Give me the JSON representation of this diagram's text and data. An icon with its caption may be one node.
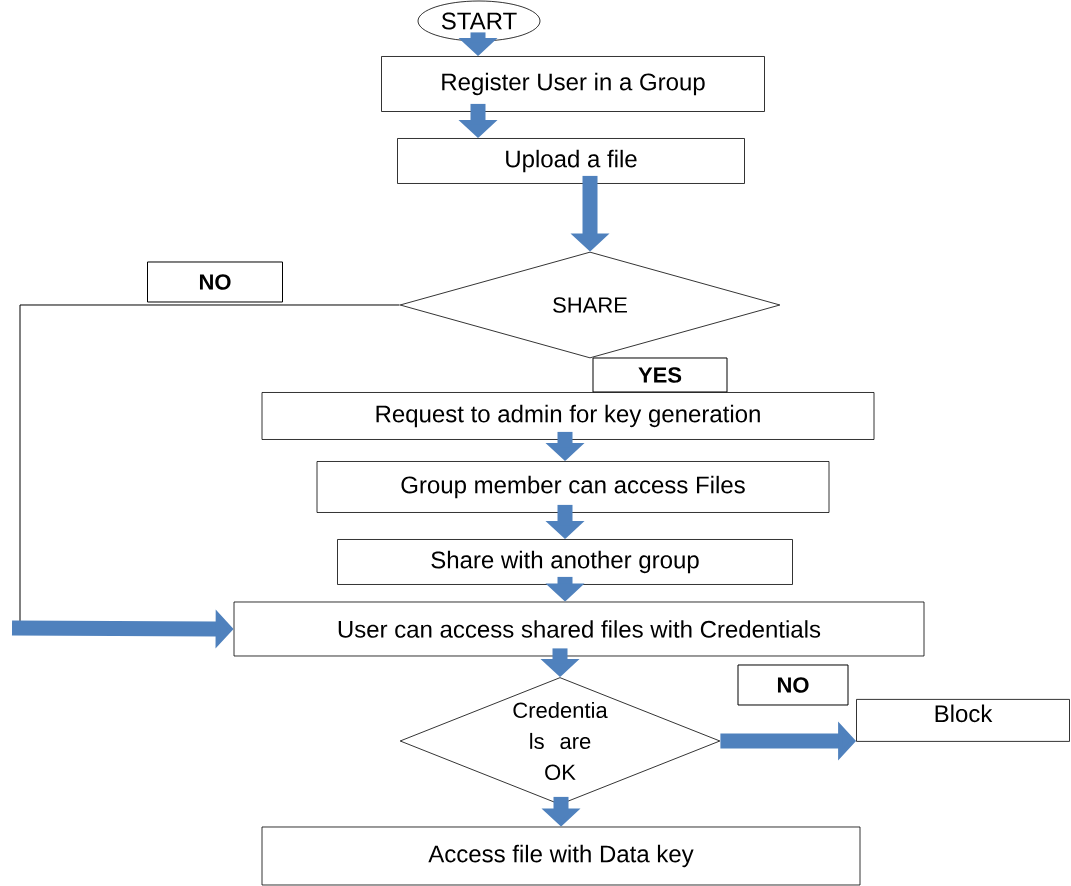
{
  "diagram": {
    "nodes": [
      {
        "text": [
          "START"
        ]
      },
      {
        "text": [
          "Register User in a Group"
        ]
      },
      {
        "text": [
          "Upload a file"
        ]
      },
      {
        "text": [
          "SHARE"
        ]
      },
      {
        "text": [
          "NO"
        ]
      },
      {
        "text": [
          "YES"
        ]
      },
      {
        "text": [
          "Request to admin for key generation"
        ]
      },
      {
        "text": [
          "Group member can access Files"
        ]
      },
      {
        "text": [
          "Share with another group"
        ]
      },
      {
        "text": [
          "User can access shared files with Credentials"
        ]
      },
      {
        "text": [
          "NO"
        ]
      },
      {
        "text": [
          "Credentia ls are OK"
        ]
      },
      {
        "text": [
          "Block"
        ]
      },
      {
        "text": [
          "Access file with Data key"
        ]
      }
    ],
    "edges": [
      {
        "from": 0,
        "to": 1,
        "arrow": "to"
      },
      {
        "from": 1,
        "to": 2,
        "arrow": "to"
      },
      {
        "from": 2,
        "to": 3,
        "arrow": "to"
      },
      {
        "from": 3,
        "to": 9,
        "arrow": "to",
        "color": "#000000"
      },
      {
        "from": 6,
        "to": 7,
        "arrow": "to"
      },
      {
        "from": 7,
        "to": 8,
        "arrow": "to"
      },
      {
        "from": 8,
        "to": 9,
        "arrow": "to"
      },
      {
        "from": 9,
        "to": 11,
        "arrow": "to"
      },
      {
        "from": 11,
        "to": 12,
        "arrow": "to"
      },
      {
        "from": 11,
        "to": 13,
        "arrow": "to"
      }
    ]
  }
}
